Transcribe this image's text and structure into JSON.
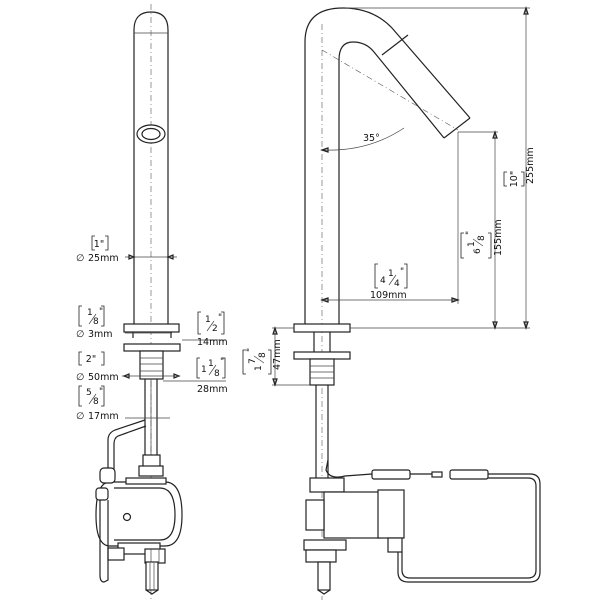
{
  "front_view": {
    "spout_diameter": {
      "imperial": "1\"",
      "metric": "25mm"
    },
    "tube_diameter": {
      "imperial_whole": "",
      "imperial_num": "1",
      "imperial_den": "8",
      "imperial_unit": "\"",
      "metric": "3mm"
    },
    "shank_length": {
      "imperial_num": "1",
      "imperial_den": "2",
      "imperial_unit": "\"",
      "metric": "14mm"
    },
    "base_diameter": {
      "imperial": "2\"",
      "metric": "50mm"
    },
    "nut_height": {
      "imperial_whole": "1",
      "imperial_num": "1",
      "imperial_den": "8",
      "imperial_unit": "\"",
      "metric": "28mm"
    },
    "hose_diameter": {
      "imperial_num": "5",
      "imperial_den": "8",
      "imperial_unit": "\"",
      "metric": "17mm"
    }
  },
  "side_view": {
    "angle": "35°",
    "spout_height": {
      "imperial": "10\"",
      "metric": "255mm"
    },
    "outlet_height": {
      "imperial_whole": "6",
      "imperial_num": "1",
      "imperial_den": "8",
      "imperial_unit": "\"",
      "metric": "155mm"
    },
    "reach": {
      "imperial_whole": "4",
      "imperial_num": "1",
      "imperial_den": "4",
      "imperial_unit": "\"",
      "metric": "109mm"
    },
    "max_deck": {
      "imperial_whole": "1",
      "imperial_num": "7",
      "imperial_den": "8",
      "imperial_unit": "\"",
      "metric": "47mm"
    }
  }
}
